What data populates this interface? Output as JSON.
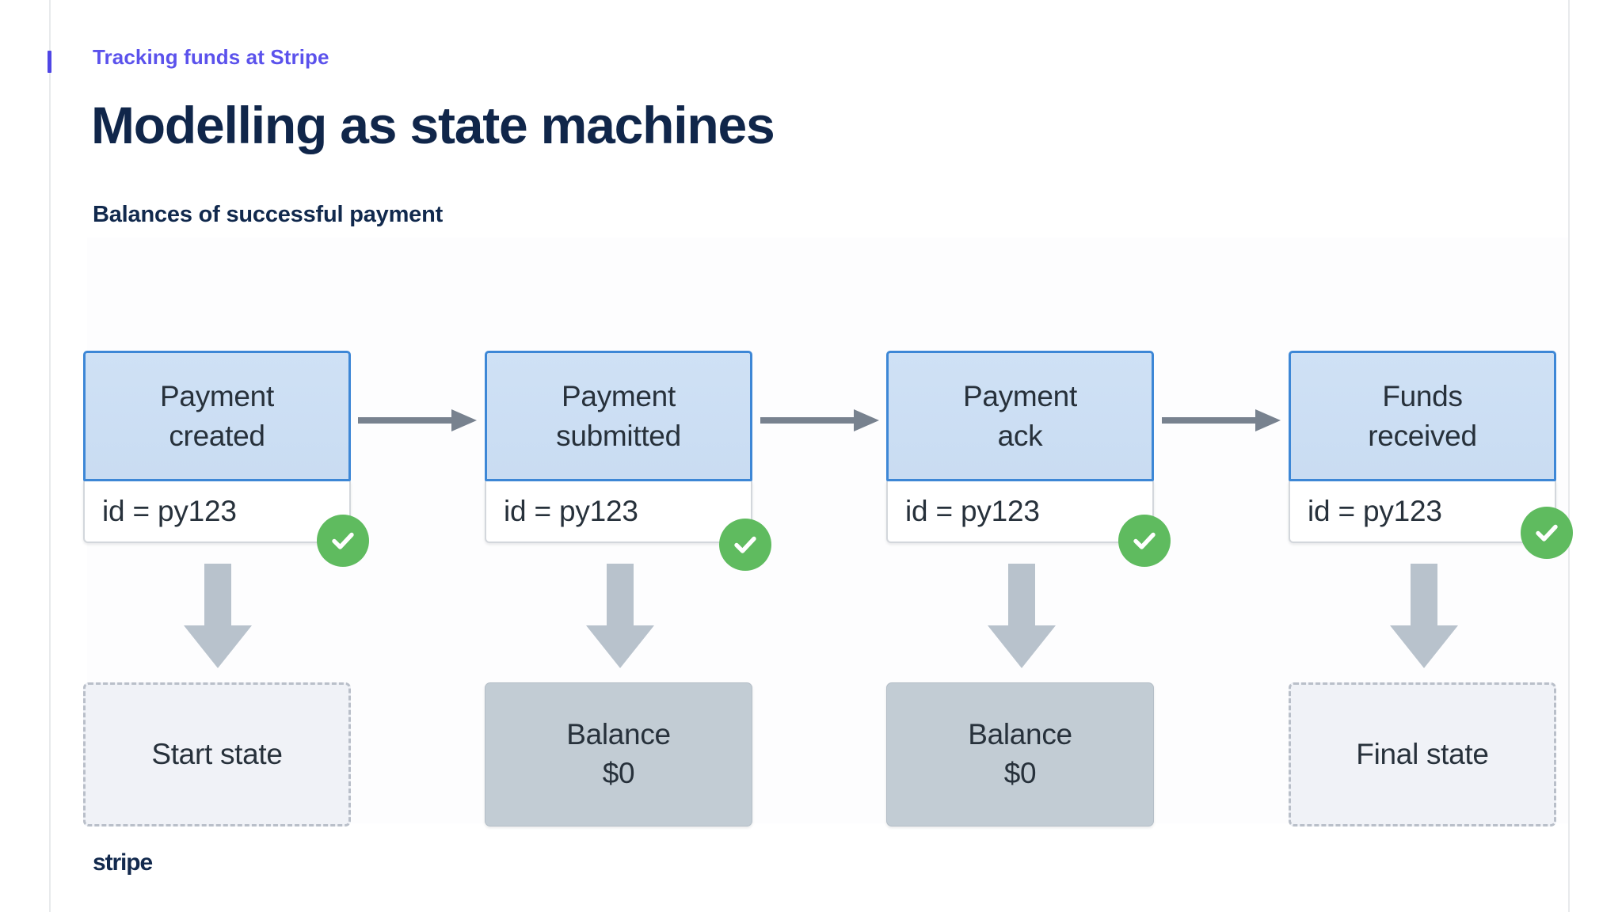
{
  "slide": {
    "eyebrow": "Tracking funds at Stripe",
    "title": "Modelling as state machines",
    "subtitle": "Balances of successful payment",
    "wordmark": "stripe",
    "accent_color": "#5b52ec",
    "title_color": "#10264a",
    "node_border_color": "#3d87d6",
    "node_fill_color": "#cfe1f5",
    "badge_color": "#5fbb5f",
    "arrow_color": "#78828f",
    "block_arrow_color": "#b8c2cc",
    "balance_fill_color": "#c2ccd4",
    "terminal_fill_color": "#f0f2f7"
  },
  "diagram": {
    "type": "state-machine-flow",
    "states": [
      {
        "line1": "Payment",
        "line2": "created",
        "id_label": "id = py123",
        "status": "success",
        "leaf_kind": "terminal",
        "leaf_line1": "Start state",
        "leaf_line2": ""
      },
      {
        "line1": "Payment",
        "line2": "submitted",
        "id_label": "id = py123",
        "status": "success",
        "leaf_kind": "balance",
        "leaf_line1": "Balance",
        "leaf_line2": "$0"
      },
      {
        "line1": "Payment",
        "line2": "ack",
        "id_label": "id = py123",
        "status": "success",
        "leaf_kind": "balance",
        "leaf_line1": "Balance",
        "leaf_line2": "$0"
      },
      {
        "line1": "Funds",
        "line2": "received",
        "id_label": "id = py123",
        "status": "success",
        "leaf_kind": "terminal",
        "leaf_line1": "Final state",
        "leaf_line2": ""
      }
    ],
    "transitions": [
      {
        "from": "Payment created",
        "to": "Payment submitted"
      },
      {
        "from": "Payment submitted",
        "to": "Payment ack"
      },
      {
        "from": "Payment ack",
        "to": "Funds received"
      }
    ]
  }
}
